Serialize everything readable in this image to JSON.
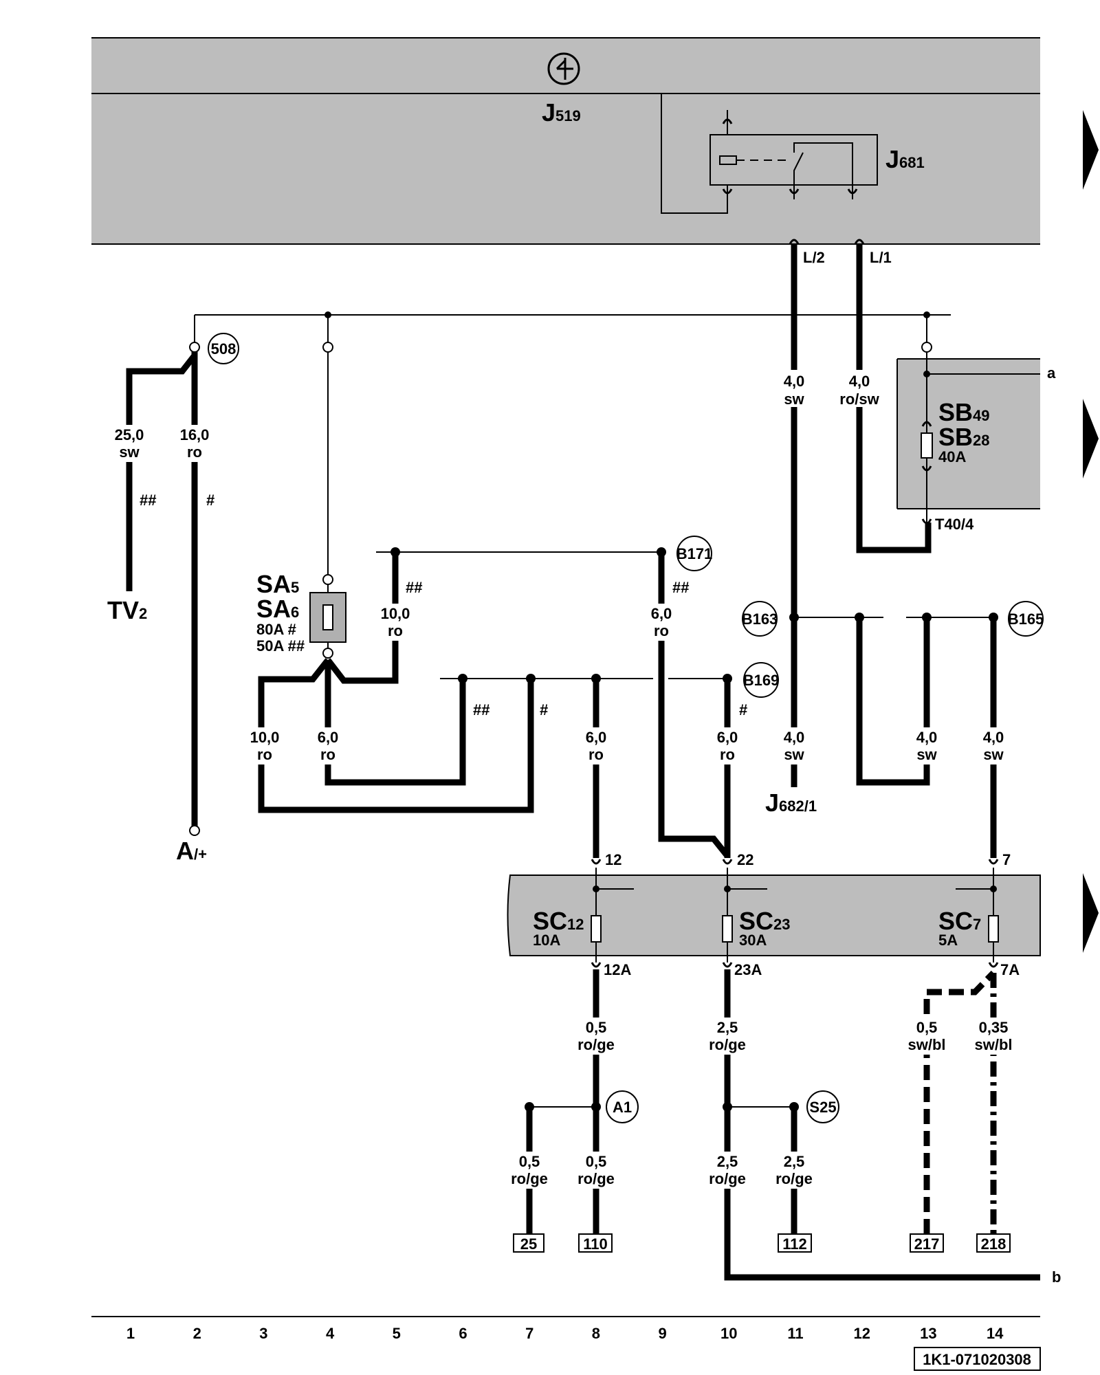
{
  "components": {
    "j519": {
      "main": "J",
      "sub": "519"
    },
    "j681": {
      "main": "J",
      "sub": "681"
    },
    "sb49": {
      "main": "SB",
      "sub": "49"
    },
    "sb28": {
      "main": "SB",
      "sub": "28"
    },
    "sb_rating": "40A",
    "sa5": {
      "main": "SA",
      "sub": "5"
    },
    "sa6": {
      "main": "SA",
      "sub": "6"
    },
    "sa_rating_1": "80A #",
    "sa_rating_2": "50A ##",
    "tv2": {
      "main": "TV",
      "sub": "2"
    },
    "a_plus": {
      "main": "A",
      "sub": "/+"
    },
    "j682": {
      "main": "J",
      "sub": "682/1"
    },
    "sc12": {
      "main": "SC",
      "sub": "12",
      "rating": "10A"
    },
    "sc23": {
      "main": "SC",
      "sub": "23",
      "rating": "30A"
    },
    "sc7": {
      "main": "SC",
      "sub": "7",
      "rating": "5A"
    }
  },
  "pins": {
    "l2": "L/2",
    "l1": "L/1",
    "t40_4": "T40/4",
    "p12": "12",
    "p22": "22",
    "p7": "7",
    "p12a": "12A",
    "p23a": "23A",
    "p7a": "7A"
  },
  "connection_points": [
    "508",
    "B171",
    "B163",
    "B165",
    "B169",
    "A1",
    "S25"
  ],
  "wires": {
    "w_25_0_sw": {
      "size": "25,0",
      "color": "sw"
    },
    "w_16_0_ro": {
      "size": "16,0",
      "color": "ro"
    },
    "w_4_0_sw_a": {
      "size": "4,0",
      "color": "sw"
    },
    "w_4_0_rosw": {
      "size": "4,0",
      "color": "ro/sw"
    },
    "w_10_0_ro_a": {
      "size": "10,0",
      "color": "ro"
    },
    "w_6_0_ro_b171": {
      "size": "6,0",
      "color": "ro"
    },
    "w_10_0_ro_b": {
      "size": "10,0",
      "color": "ro"
    },
    "w_6_0_ro_c": {
      "size": "6,0",
      "color": "ro"
    },
    "w_6_0_ro_8": {
      "size": "6,0",
      "color": "ro"
    },
    "w_6_0_ro_10": {
      "size": "6,0",
      "color": "ro"
    },
    "w_4_0_sw_11": {
      "size": "4,0",
      "color": "sw"
    },
    "w_4_0_sw_13": {
      "size": "4,0",
      "color": "sw"
    },
    "w_4_0_sw_14": {
      "size": "4,0",
      "color": "sw"
    },
    "w_0_5_roge_8": {
      "size": "0,5",
      "color": "ro/ge"
    },
    "w_2_5_roge_10": {
      "size": "2,5",
      "color": "ro/ge"
    },
    "w_0_5_swbl": {
      "size": "0,5",
      "color": "sw/bl"
    },
    "w_0_35_swbl": {
      "size": "0,35",
      "color": "sw/bl"
    },
    "w_0_5_roge_7": {
      "size": "0,5",
      "color": "ro/ge"
    },
    "w_0_5_roge_8b": {
      "size": "0,5",
      "color": "ro/ge"
    },
    "w_2_5_roge_10b": {
      "size": "2,5",
      "color": "ro/ge"
    },
    "w_2_5_roge_11": {
      "size": "2,5",
      "color": "ro/ge"
    }
  },
  "markers": {
    "hash": "#",
    "double_hash": "##"
  },
  "edge_labels": {
    "a": "a",
    "b": "b"
  },
  "references": [
    "25",
    "110",
    "112",
    "217",
    "218"
  ],
  "columns": [
    "1",
    "2",
    "3",
    "4",
    "5",
    "6",
    "7",
    "8",
    "9",
    "10",
    "11",
    "12",
    "13",
    "14"
  ],
  "document_code": "1K1-071020308",
  "colors": {
    "panel": "#bdbdbd",
    "line": "#000000",
    "fuse_box": "#b0b0b0"
  }
}
